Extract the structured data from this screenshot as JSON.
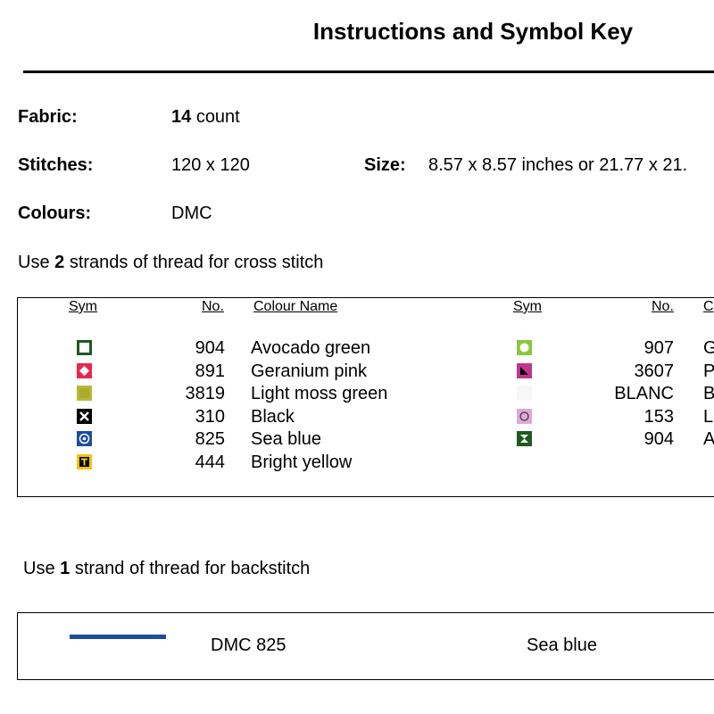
{
  "title": "Instructions and Symbol Key",
  "info": {
    "fabric_label": "Fabric:",
    "fabric_count": "14",
    "fabric_unit": "count",
    "stitches_label": "Stitches:",
    "stitches_value": "120 x 120",
    "size_label": "Size:",
    "size_value": "8.57 x 8.57 inches or 21.77 x 21.",
    "colours_label": "Colours:",
    "colours_value": "DMC"
  },
  "cross_instruction": {
    "prefix": "Use",
    "strands": "2",
    "suffix": "strands of thread for cross stitch"
  },
  "key_headers": {
    "sym": "Sym",
    "no": "No.",
    "name": "Colour Name",
    "sym2": "Sym",
    "no2": "No.",
    "name2": "C"
  },
  "left_rows": [
    {
      "no": "904",
      "name": "Avocado green",
      "icon": "open-square-icon",
      "color": "#1f5a1f"
    },
    {
      "no": "891",
      "name": "Geranium pink",
      "icon": "diamond-icon",
      "color": "#e8294f"
    },
    {
      "no": "3819",
      "name": "Light moss green",
      "icon": "filled-square-icon",
      "color": "#b8b838"
    },
    {
      "no": "310",
      "name": "Black",
      "icon": "x-icon",
      "color": "#000000"
    },
    {
      "no": "825",
      "name": "Sea blue",
      "icon": "target-icon",
      "color": "#1a4f9c"
    },
    {
      "no": "444",
      "name": "Bright yellow",
      "icon": "t-icon",
      "color": "#f5c400"
    }
  ],
  "right_rows": [
    {
      "no": "907",
      "name": "G",
      "icon": "circle-icon",
      "color": "#8cc63f"
    },
    {
      "no": "3607",
      "name": "P",
      "icon": "triangle-icon",
      "color": "#c0368f"
    },
    {
      "no": "BLANC",
      "name": "B",
      "icon": "blank-icon",
      "color": "#f8f8f8"
    },
    {
      "no": "153",
      "name": "L",
      "icon": "open-circle-icon",
      "color": "#e0a8d8"
    },
    {
      "no": "904",
      "name": "A",
      "icon": "hourglass-icon",
      "color": "#1f5a1f"
    }
  ],
  "back_instruction": {
    "prefix": "Use",
    "strands": "1",
    "suffix": "strand of thread for backstitch"
  },
  "backstitch": {
    "code": "DMC 825",
    "name": "Sea blue",
    "color": "#1a4f9c"
  }
}
